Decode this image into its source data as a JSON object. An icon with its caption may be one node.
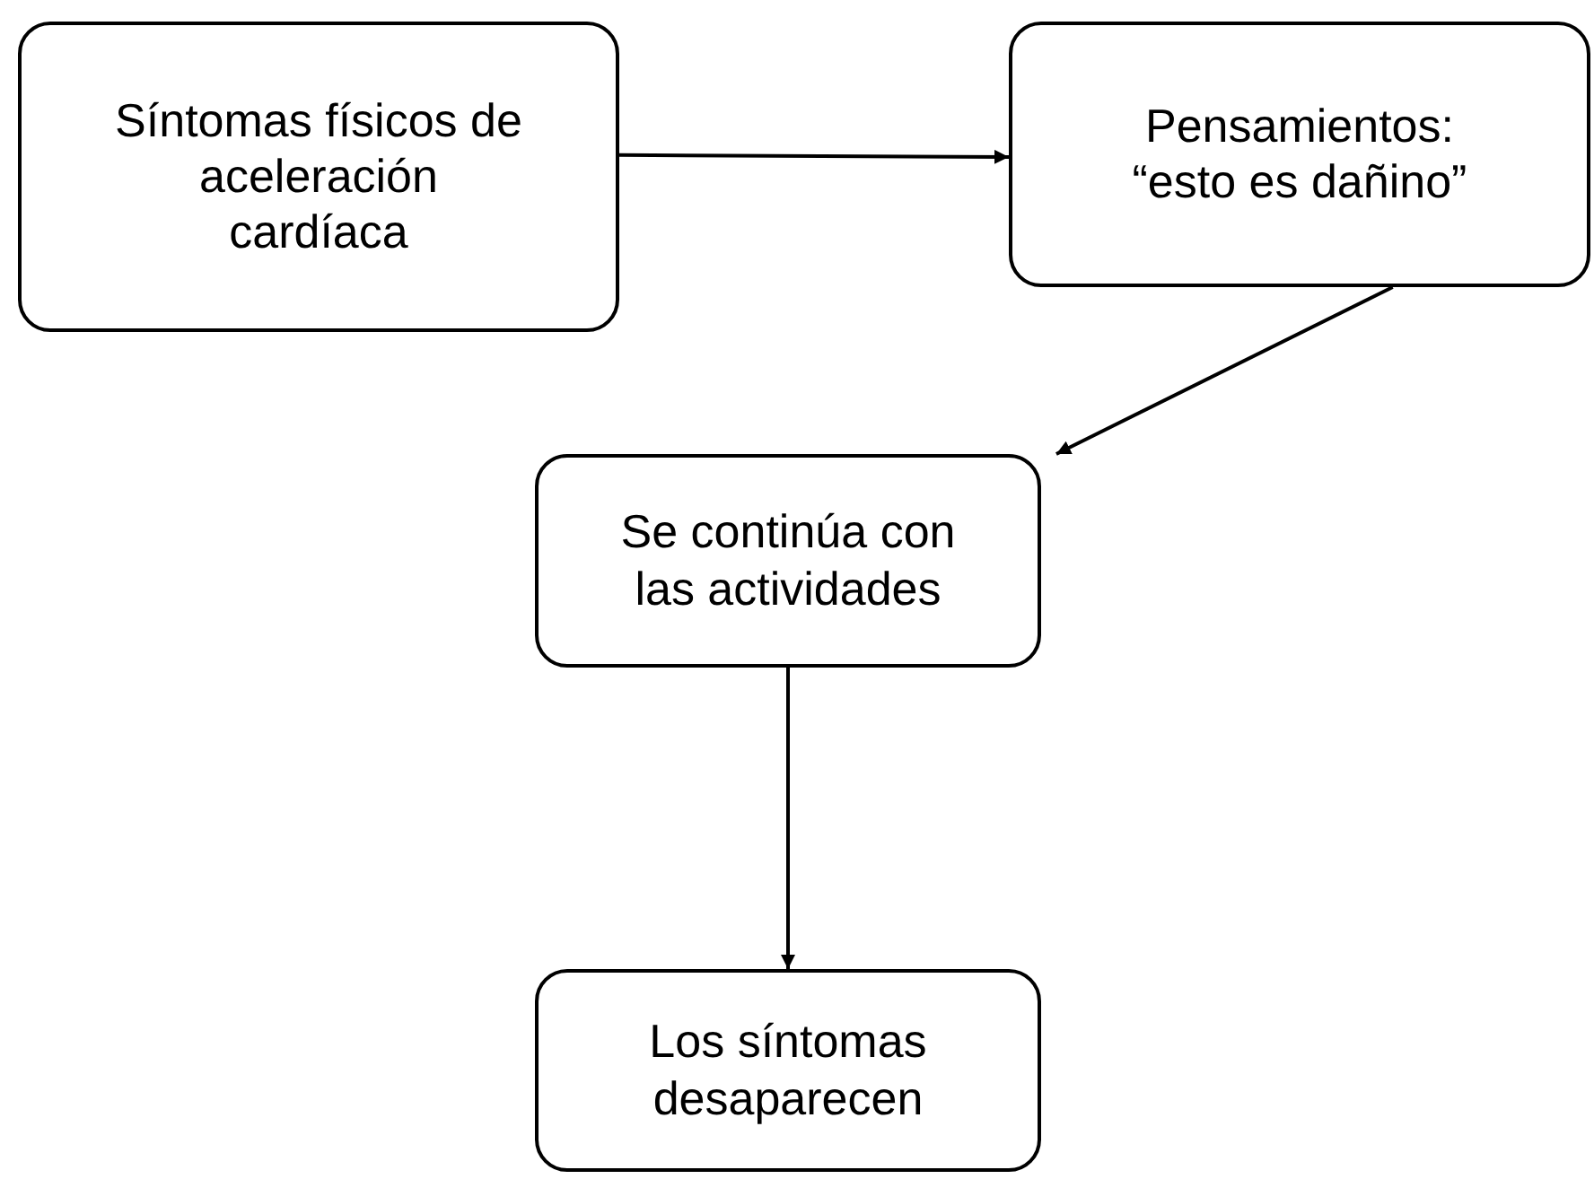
{
  "diagram": {
    "nodes": [
      {
        "text": [
          "Síntomas físicos de aceleración cardíaca"
        ]
      },
      {
        "text": [
          "Pensamientos: “esto es dañino”"
        ]
      },
      {
        "text": [
          "Se continúa con las actividades"
        ]
      },
      {
        "text": [
          "Los síntomas desaparecen"
        ]
      }
    ],
    "edges": [
      {
        "from": 0,
        "to": 1,
        "arrow": "to"
      },
      {
        "from": 1,
        "to": 2,
        "arrow": "to"
      },
      {
        "from": 2,
        "to": 3,
        "arrow": "to"
      }
    ]
  }
}
